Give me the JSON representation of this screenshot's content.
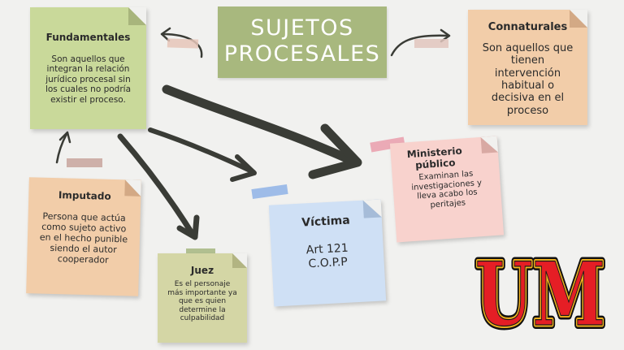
{
  "title": {
    "line1": "SUJETOS",
    "line2": "PROCESALES"
  },
  "notes": {
    "fundamentales": {
      "title": "Fundamentales",
      "body": "Son aquellos que integran la relación jurídico procesal sin los cuales no podría existir el proceso."
    },
    "connaturales": {
      "title": "Connaturales",
      "body": "Son aquellos que tienen intervención habitual o decisiva en el proceso"
    },
    "imputado": {
      "title": "Imputado",
      "body": "Persona que actúa como sujeto activo en el hecho punible siendo el autor cooperador"
    },
    "juez": {
      "title": "Juez",
      "body": "Es el personaje más importante ya que es quien determine la culpabilidad"
    },
    "victima": {
      "title": "Víctima",
      "body_line1": "Art 121",
      "body_line2": "C.O.P.P"
    },
    "ministerio": {
      "title": "Ministerio público",
      "body": "Examinan las investigaciones y lleva acabo los peritajes"
    }
  },
  "logo": {
    "text": "UM"
  },
  "colors": {
    "background": "#f1f1ef",
    "green_note": "#c9d99a",
    "peach_note": "#f2cda9",
    "olive_note": "#d4d6a5",
    "blue_note": "#cfe0f5",
    "pink_note": "#f8d2cd",
    "arrow": "#3a3c36",
    "logo_red": "#e51e25",
    "logo_gold": "#f3b21c"
  }
}
